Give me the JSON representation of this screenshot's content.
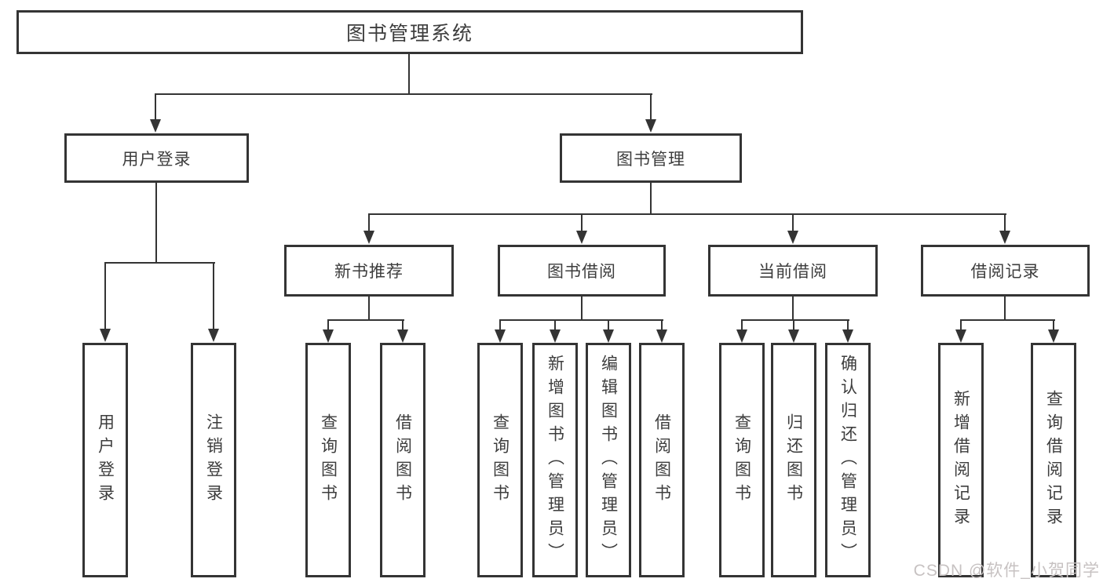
{
  "diagram": {
    "root": {
      "label": "图书管理系统"
    },
    "level1": [
      {
        "label": "用户登录"
      },
      {
        "label": "图书管理"
      }
    ],
    "level2": [
      {
        "label": "新书推荐"
      },
      {
        "label": "图书借阅"
      },
      {
        "label": "当前借阅"
      },
      {
        "label": "借阅记录"
      }
    ],
    "leaves": {
      "user_login": [
        "用户登录",
        "注销登录"
      ],
      "new_book": [
        "查询图书",
        "借阅图书"
      ],
      "book_borrow": [
        "查询图书",
        "新增图书（管理员）",
        "编辑图书（管理员）",
        "借阅图书"
      ],
      "current_borrow": [
        "查询图书",
        "归还图书",
        "确认归还（管理员）"
      ],
      "borrow_record": [
        "新增借阅记录",
        "查询借阅记录"
      ]
    },
    "watermark": "CSDN @软件_小贺同学",
    "colors": {
      "border": "#343434",
      "text": "#3d3d3d",
      "background": "#ffffff",
      "watermark": "#c7c2c2"
    }
  }
}
